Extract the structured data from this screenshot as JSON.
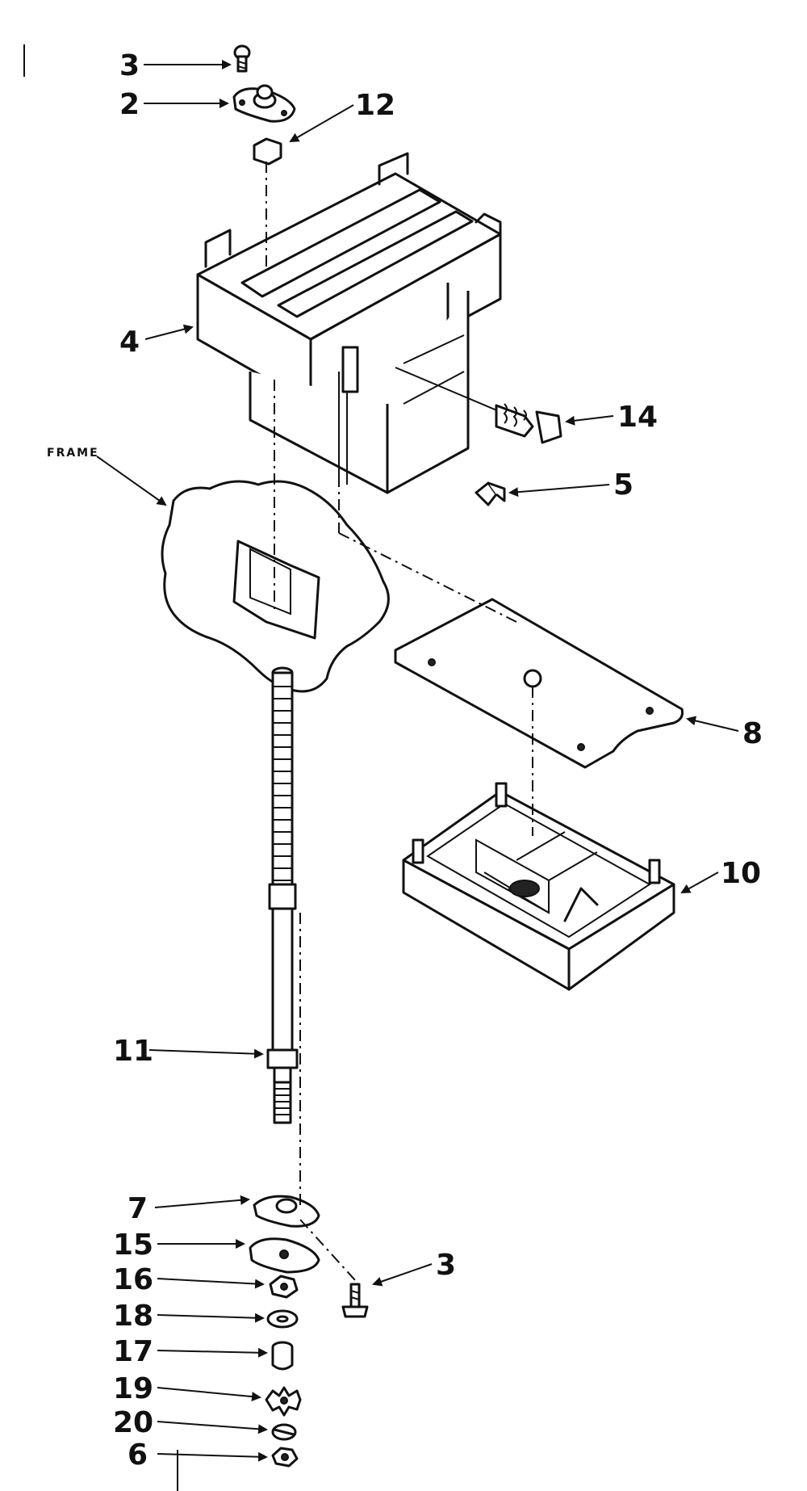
{
  "labels": {
    "part_3_top": "3",
    "part_2": "2",
    "part_12": "12",
    "part_4": "4",
    "part_14": "14",
    "part_5": "5",
    "frame": "FRAME",
    "part_8": "8",
    "part_10": "10",
    "part_11": "11",
    "part_7": "7",
    "part_15": "15",
    "part_3_bottom": "3",
    "part_16": "16",
    "part_18": "18",
    "part_17": "17",
    "part_19": "19",
    "part_20": "20",
    "part_6": "6"
  },
  "colors": {
    "ink": "#111111",
    "paper": "#ffffff"
  }
}
